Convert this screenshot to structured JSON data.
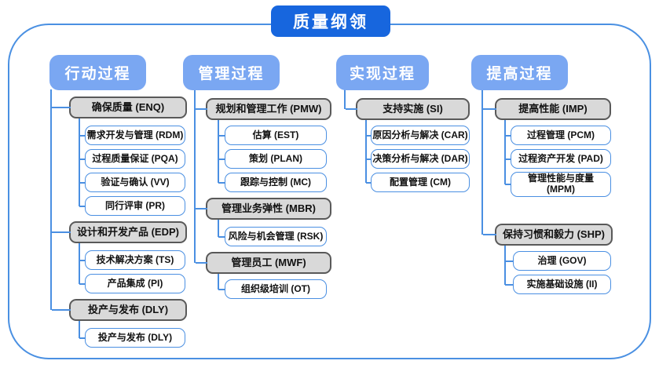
{
  "title": "质量纲领",
  "columns": [
    {
      "header": "行动过程",
      "groups": [
        {
          "label": "确保质量 (ENQ)",
          "children": [
            "需求开发与管理 (RDM)",
            "过程质量保证 (PQA)",
            "验证与确认 (VV)",
            "同行评审 (PR)"
          ]
        },
        {
          "label": "设计和开发产品 (EDP)",
          "children": [
            "技术解决方案 (TS)",
            "产品集成 (PI)"
          ]
        },
        {
          "label": "投产与发布 (DLY)",
          "children": [
            "投产与发布 (DLY)"
          ]
        }
      ]
    },
    {
      "header": "管理过程",
      "groups": [
        {
          "label": "规划和管理工作 (PMW)",
          "children": [
            "估算 (EST)",
            "策划 (PLAN)",
            "跟踪与控制 (MC)"
          ]
        },
        {
          "label": "管理业务弹性 (MBR)",
          "children": [
            "风险与机会管理 (RSK)"
          ]
        },
        {
          "label": "管理员工 (MWF)",
          "children": [
            "组织级培训 (OT)"
          ]
        }
      ]
    },
    {
      "header": "实现过程",
      "groups": [
        {
          "label": "支持实施 (SI)",
          "children": [
            "原因分析与解决 (CAR)",
            "决策分析与解决 (DAR)",
            "配置管理 (CM)"
          ]
        }
      ]
    },
    {
      "header": "提高过程",
      "groups": [
        {
          "label": "提高性能 (IMP)",
          "children": [
            "过程管理 (PCM)",
            "过程资产开发 (PAD)",
            "管理性能与度量\n(MPM)"
          ]
        },
        {
          "label": "保持习惯和毅力 (SHP)",
          "children": [
            "治理 (GOV)",
            "实施基础设施 (II)"
          ]
        }
      ]
    }
  ],
  "colors": {
    "title_bg": "#1766de",
    "header_bg": "#7aa7f2",
    "group_fill": "#d9d9d9",
    "group_border": "#595959",
    "leaf_border": "#4a8fe2",
    "connector": "#4a8fe2",
    "frame_border": "#4a90e2",
    "text": "#111111",
    "header_text": "#ffffff"
  }
}
